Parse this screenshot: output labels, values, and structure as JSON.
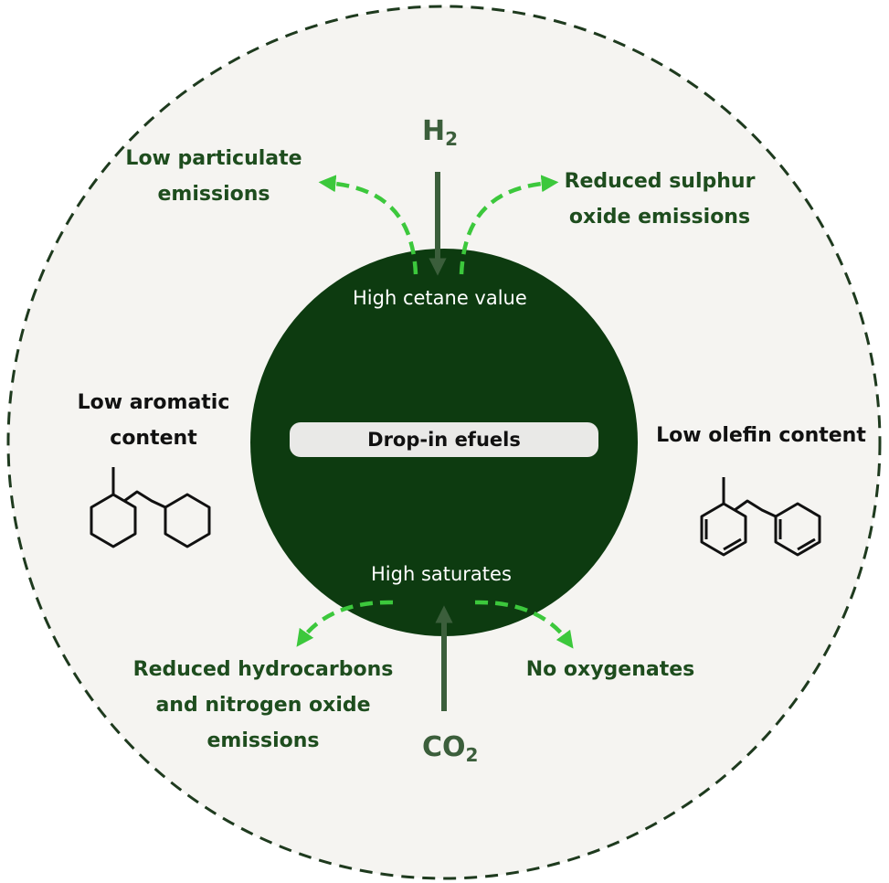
{
  "colors": {
    "background": "#f5f4f1",
    "core": "#0d3b10",
    "accent_arrow": "#3cc83c",
    "input_arrow": "#3b5e3b",
    "label_green": "#1e4d1e",
    "pill": "#e9e9e7"
  },
  "core": {
    "top_label": "High cetane value",
    "center_label": "Drop-in efuels",
    "bottom_label": "High saturates"
  },
  "inputs": {
    "h2": {
      "symbol": "H",
      "subscript": "2"
    },
    "co2": {
      "symbol": "CO",
      "subscript": "2"
    }
  },
  "benefits": {
    "low_particulate": [
      "Low particulate",
      "emissions"
    ],
    "reduced_sulphur": [
      "Reduced sulphur",
      "oxide emissions"
    ],
    "low_aromatic": [
      "Low aromatic",
      "content"
    ],
    "low_olefin": [
      "Low olefin content"
    ],
    "reduced_hydrocarbons": [
      "Reduced hydrocarbons",
      "and nitrogen oxide",
      "emissions"
    ],
    "no_oxygenates": [
      "No oxygenates"
    ]
  },
  "molecules": {
    "left": "saturated-bicyclohexyl-molecule-icon",
    "right": "aromatic-diphenylmethane-molecule-icon"
  }
}
